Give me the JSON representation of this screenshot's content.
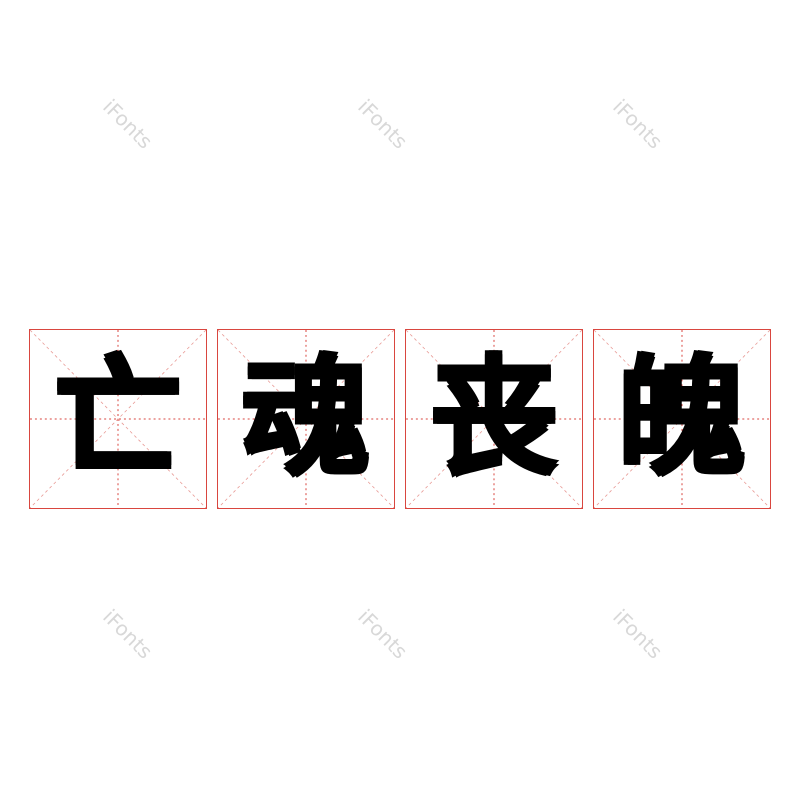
{
  "watermark": "iFonts",
  "characters": [
    "亡",
    "魂",
    "丧",
    "魄"
  ],
  "colors": {
    "grid": "#d9463f",
    "text": "#000000",
    "watermark": "#d8d8d8"
  }
}
